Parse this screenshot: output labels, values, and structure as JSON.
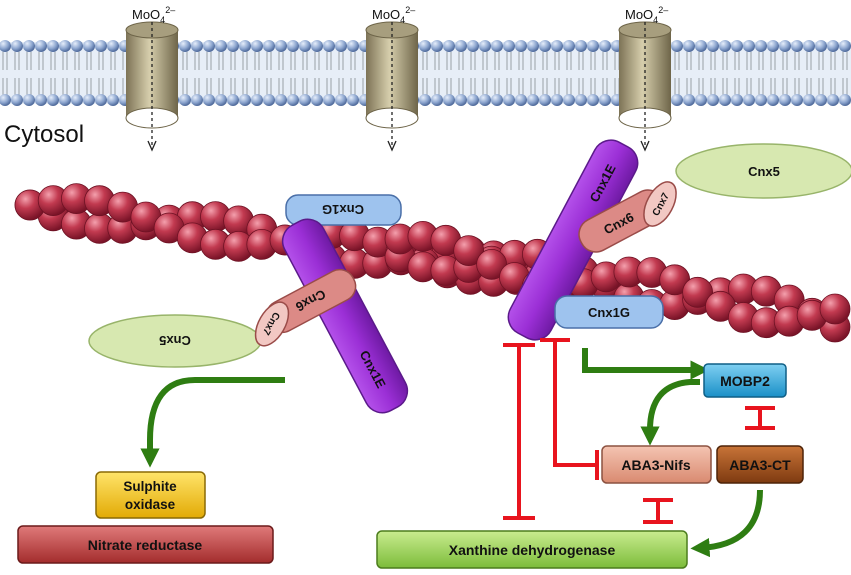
{
  "membrane": {
    "ion_label": "MoO",
    "ion_subscript": "4",
    "ion_charge": "2–",
    "cytosol_label": "Cytosol"
  },
  "proteins": {
    "cnx5_right": "Cnx5",
    "cnx5_left": "Cnx5",
    "cnx1e_right": "Cnx1E",
    "cnx1e_left": "Cnx1E",
    "cnx6_right": "Cnx6",
    "cnx6_left": "Cnx6",
    "cnx7_right": "Cnx7",
    "cnx7_left": "Cnx7",
    "cnx1g_right": "Cnx1G",
    "cnx1g_left": "Cnx1G"
  },
  "boxes": {
    "mobp2": "MOBP2",
    "aba3_nifs": "ABA3-Nifs",
    "aba3_ct": "ABA3-CT",
    "sulphite_oxidase_line1": "Sulphite",
    "sulphite_oxidase_line2": "oxidase",
    "nitrate_reductase": "Nitrate reductase",
    "xanthine_dehydrogenase": "Xanthine dehydrogenase"
  },
  "colors": {
    "activation_arrow": "#2e7d12",
    "inhibition": "#e8141e",
    "actin_bead": "#b5283e",
    "cnx1e": "#9b2fd6",
    "cnx5": "#d7e8b0",
    "cnx6": "#dc8a86",
    "cnx1g": "#9ec3ee",
    "mobp2": "#1ea7e3",
    "aba3_nifs": "#e6a18a",
    "aba3_ct": "#a8521a",
    "sulphite_oxidase": "#f2c418",
    "nitrate_reductase": "#c44848",
    "xanthine_dehydrogenase": "#a5d45e"
  }
}
